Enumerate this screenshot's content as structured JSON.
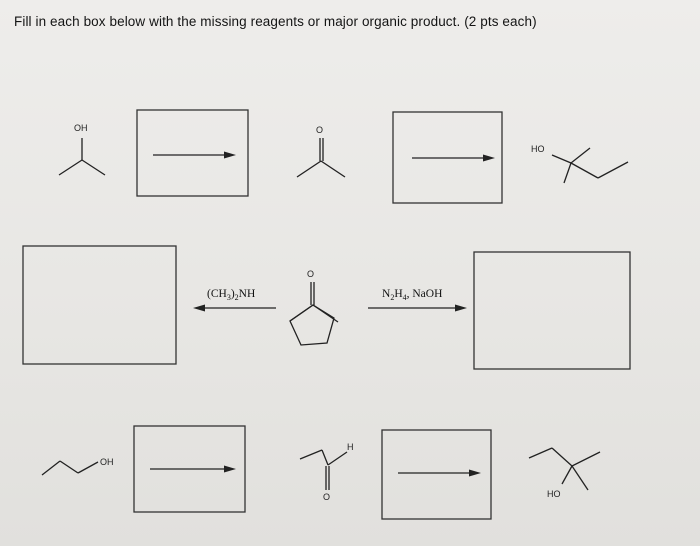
{
  "instructions": "Fill in each box below with the missing reagents or major organic product. (2 pts each)",
  "labels": {
    "oh_1": "OH",
    "o_1": "O",
    "ho_1": "HO",
    "o_2": "O",
    "oh_3": "OH",
    "h_3": "H",
    "o_3": "O",
    "ho_3": "HO"
  },
  "reagents": {
    "dimethylamine": {
      "a": "(CH",
      "b": "3",
      "c": ")",
      "d": "2",
      "e": "NH"
    },
    "wolff_kishner": {
      "a": "N",
      "b": "2",
      "c": "H",
      "d": "4",
      "e": ", NaOH"
    }
  }
}
